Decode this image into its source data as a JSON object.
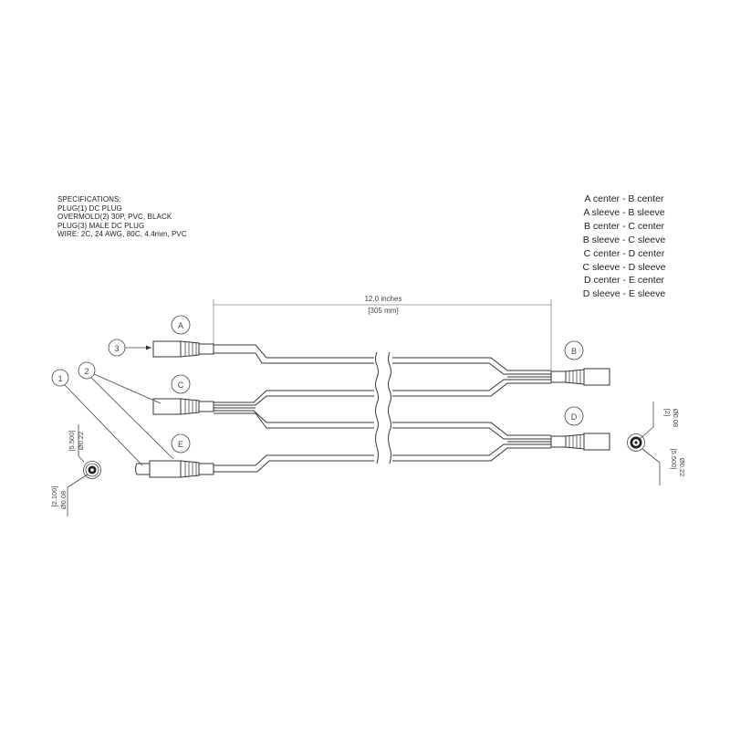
{
  "specifications": {
    "heading": "SPECIFICATIONS:",
    "lines": [
      "PLUG(1) DC PLUG",
      "OVERMOLD(2) 30P, PVC, BLACK",
      "PLUG(3) MALE DC PLUG",
      "WIRE: 2C, 24 AWG, 80C, 4.4mm, PVC"
    ]
  },
  "connections": [
    "A center - B center",
    "A sleeve - B sleeve",
    "B center - C center",
    "B sleeve - C sleeve",
    "C center - D center",
    "C sleeve - D sleeve",
    "D center - E center",
    "D sleeve - E sleeve"
  ],
  "dimension": {
    "length_in": "12.0 inches",
    "length_mm": "[305 mm]"
  },
  "connector_labels": {
    "a": "A",
    "b": "B",
    "c": "C",
    "d": "D",
    "e": "E"
  },
  "callouts": {
    "c1": "1",
    "c2": "2",
    "c3": "3"
  },
  "left_end_view": {
    "outer_mm": "[5.500]",
    "outer_in": "Ø0.22",
    "inner_mm": "[2.100]",
    "inner_in": "Ø0.08"
  },
  "right_end_view": {
    "inner_mm": "[2]",
    "inner_in": "Ø0.08",
    "outer_mm": "[5.500]",
    "outer_in": "Ø0.22"
  },
  "colors": {
    "line": "#333333",
    "dimension_line": "#888888",
    "text": "#222222"
  }
}
